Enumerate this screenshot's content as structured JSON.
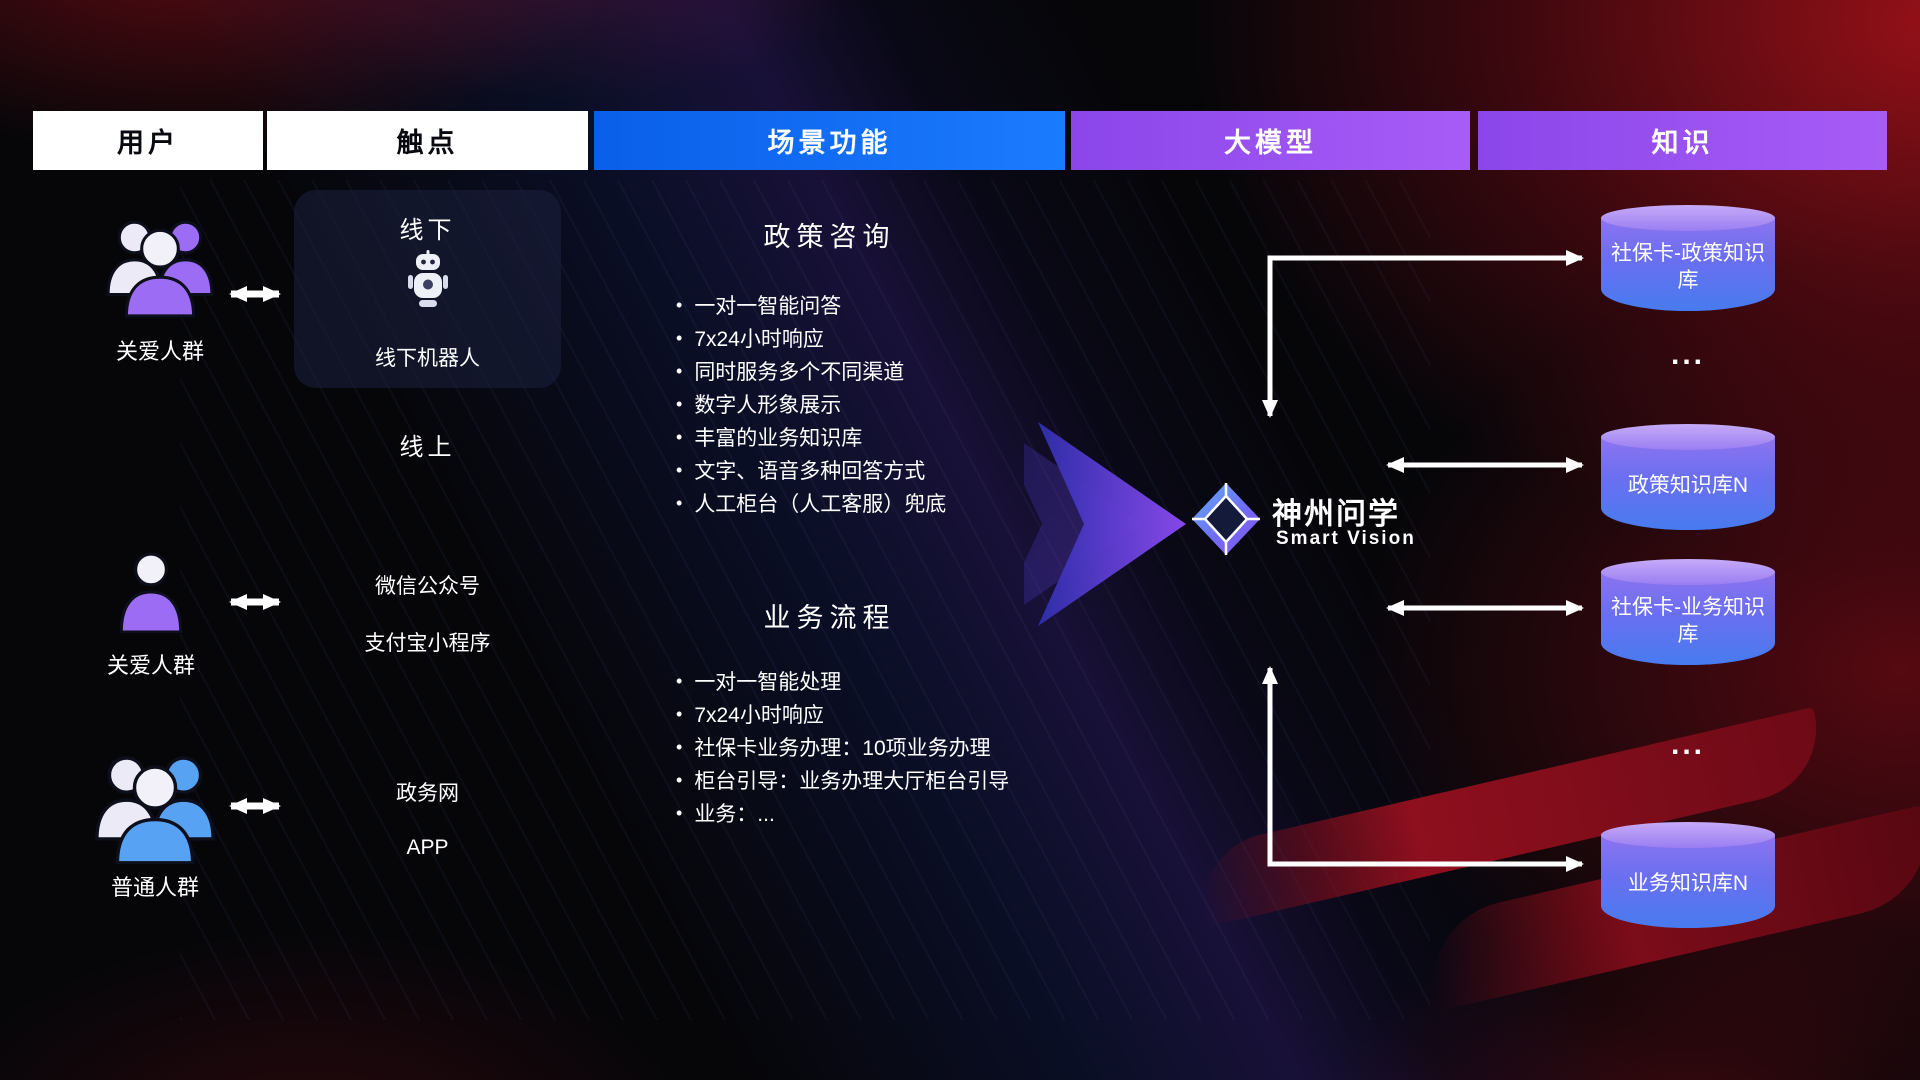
{
  "header": {
    "columns": [
      {
        "label": "用户",
        "bg": "#ffffff",
        "fg": "#08090f"
      },
      {
        "label": "触点",
        "bg": "#ffffff",
        "fg": "#08090f"
      },
      {
        "label": "场景功能",
        "bg": "#1b7bff",
        "fg": "#ffffff"
      },
      {
        "label": "大模型",
        "bg": "#9a4ff0",
        "fg": "#ffffff"
      },
      {
        "label": "知识",
        "bg": "#9a4ff0",
        "fg": "#ffffff"
      }
    ]
  },
  "users": [
    {
      "label": "关爱人群",
      "icon": "people-group-purple-icon"
    },
    {
      "label": "关爱人群",
      "icon": "person-purple-icon"
    },
    {
      "label": "普通人群",
      "icon": "people-group-blue-icon"
    }
  ],
  "touchpoints": {
    "offline_title": "线下",
    "robot_label": "线下机器人",
    "online_title": "线上",
    "wechat": "微信公众号",
    "alipay": "支付宝小程序",
    "gov": "政务网",
    "app": "APP"
  },
  "scene": {
    "policy": {
      "title": "政策咨询",
      "items": [
        "一对一智能问答",
        "7x24小时响应",
        "同时服务多个不同渠道",
        "数字人形象展示",
        "丰富的业务知识库",
        "文字、语音多种回答方式",
        "人工柜台（人工客服）兜底"
      ]
    },
    "business": {
      "title": "业务流程",
      "items": [
        "一对一智能处理",
        "7x24小时响应",
        "社保卡业务办理：10项业务办理",
        "柜台引导：业务办理大厅柜台引导",
        "业务：..."
      ]
    }
  },
  "brand": {
    "name": "神州问学",
    "subtitle": "Smart Vision"
  },
  "knowledge": {
    "items": [
      "社保卡-政策知识库",
      "政策知识库N",
      "社保卡-业务知识库",
      "业务知识库N"
    ],
    "ellipsis": "..."
  },
  "colors": {
    "scene_header_blue": "#1b7bff",
    "model_header_purple": "#9a4ff0",
    "cylinder_top": "#c6aaf8",
    "cylinder_body": "#6a6ff0",
    "flow_arrow_purple": "#8d4cf5",
    "background_red": "#8e0f1e",
    "arrow_white": "#ffffff"
  }
}
